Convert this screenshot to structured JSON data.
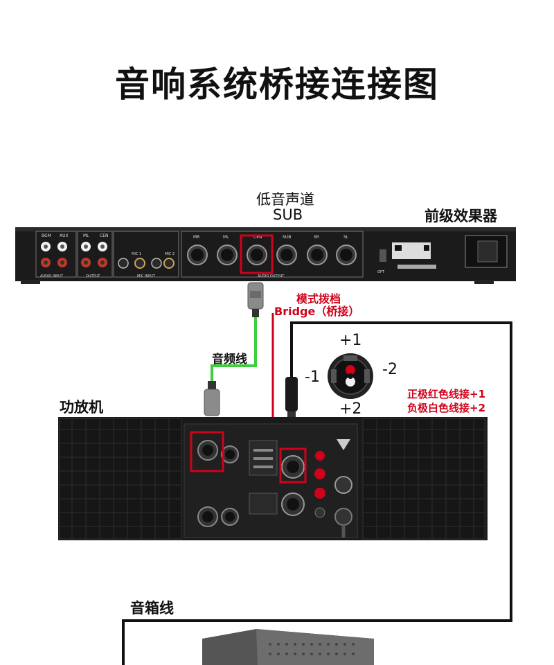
{
  "title": "音响系统桥接连接图",
  "labels": {
    "sub_channel": "低音声道",
    "sub": "SUB",
    "preamp": "前级效果器",
    "mode_switch": "模式拨档",
    "bridge": "Bridge（桥接）",
    "audio_cable": "音频线",
    "amplifier": "功放机",
    "speaker_cable": "音箱线",
    "pin_plus1": "+1",
    "pin_minus1": "-1",
    "pin_minus2": "-2",
    "pin_plus2": "+2",
    "positive_note": "正极红色线接+1",
    "negative_note": "负极白色线接+2"
  },
  "preamp_panel": {
    "in1": "BGM",
    "in2": "AUX",
    "out1": "ML",
    "out2": "CEN",
    "mic1": "MIC 1",
    "mic2": "MIC 2",
    "audio_input": "AUDIO INPUT",
    "output": "OUTPUT",
    "mic_input": "MIC INPUT",
    "audio_output": "AUDIO OUTPUT",
    "xlr_out": [
      "MR",
      "ML",
      "CEN",
      "SUB",
      "SR",
      "SL"
    ],
    "opt": "OPT"
  },
  "colors": {
    "accent_red": "#d0021b",
    "cable_green": "#3ecf3e",
    "device_dark": "#1a1a1a"
  }
}
